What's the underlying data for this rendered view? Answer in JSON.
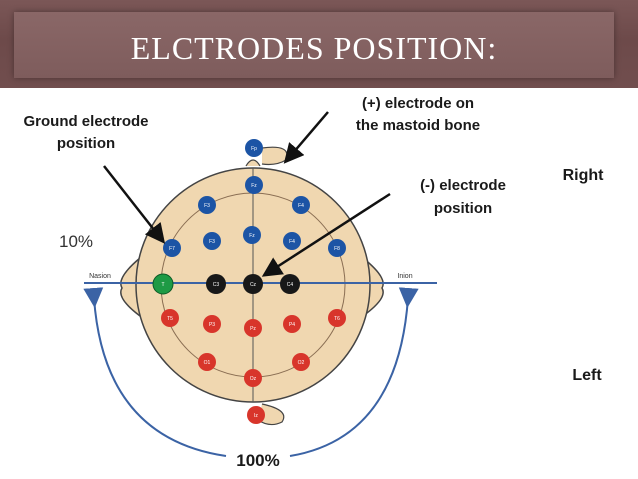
{
  "title": "ELCTRODES POSITION:",
  "labels": {
    "ground_line1": "Ground electrode",
    "ground_line2": "position",
    "positive_line1": "(+) electrode on",
    "positive_line2": "the mastoid bone",
    "negative_line1": "(-) electrode",
    "negative_line2": "position",
    "right": "Right",
    "left": "Left",
    "ten_percent": "10%",
    "hundred_percent": "100%",
    "nasion": "Nasion",
    "inion": "Inion"
  },
  "colors": {
    "head": "#f0d7b0",
    "blue_electrode": "#1c54a5",
    "red_electrode": "#d8352b",
    "black_electrode": "#181818",
    "green_electrode": "#1e9a45",
    "guide_line": "#3b63a5"
  }
}
